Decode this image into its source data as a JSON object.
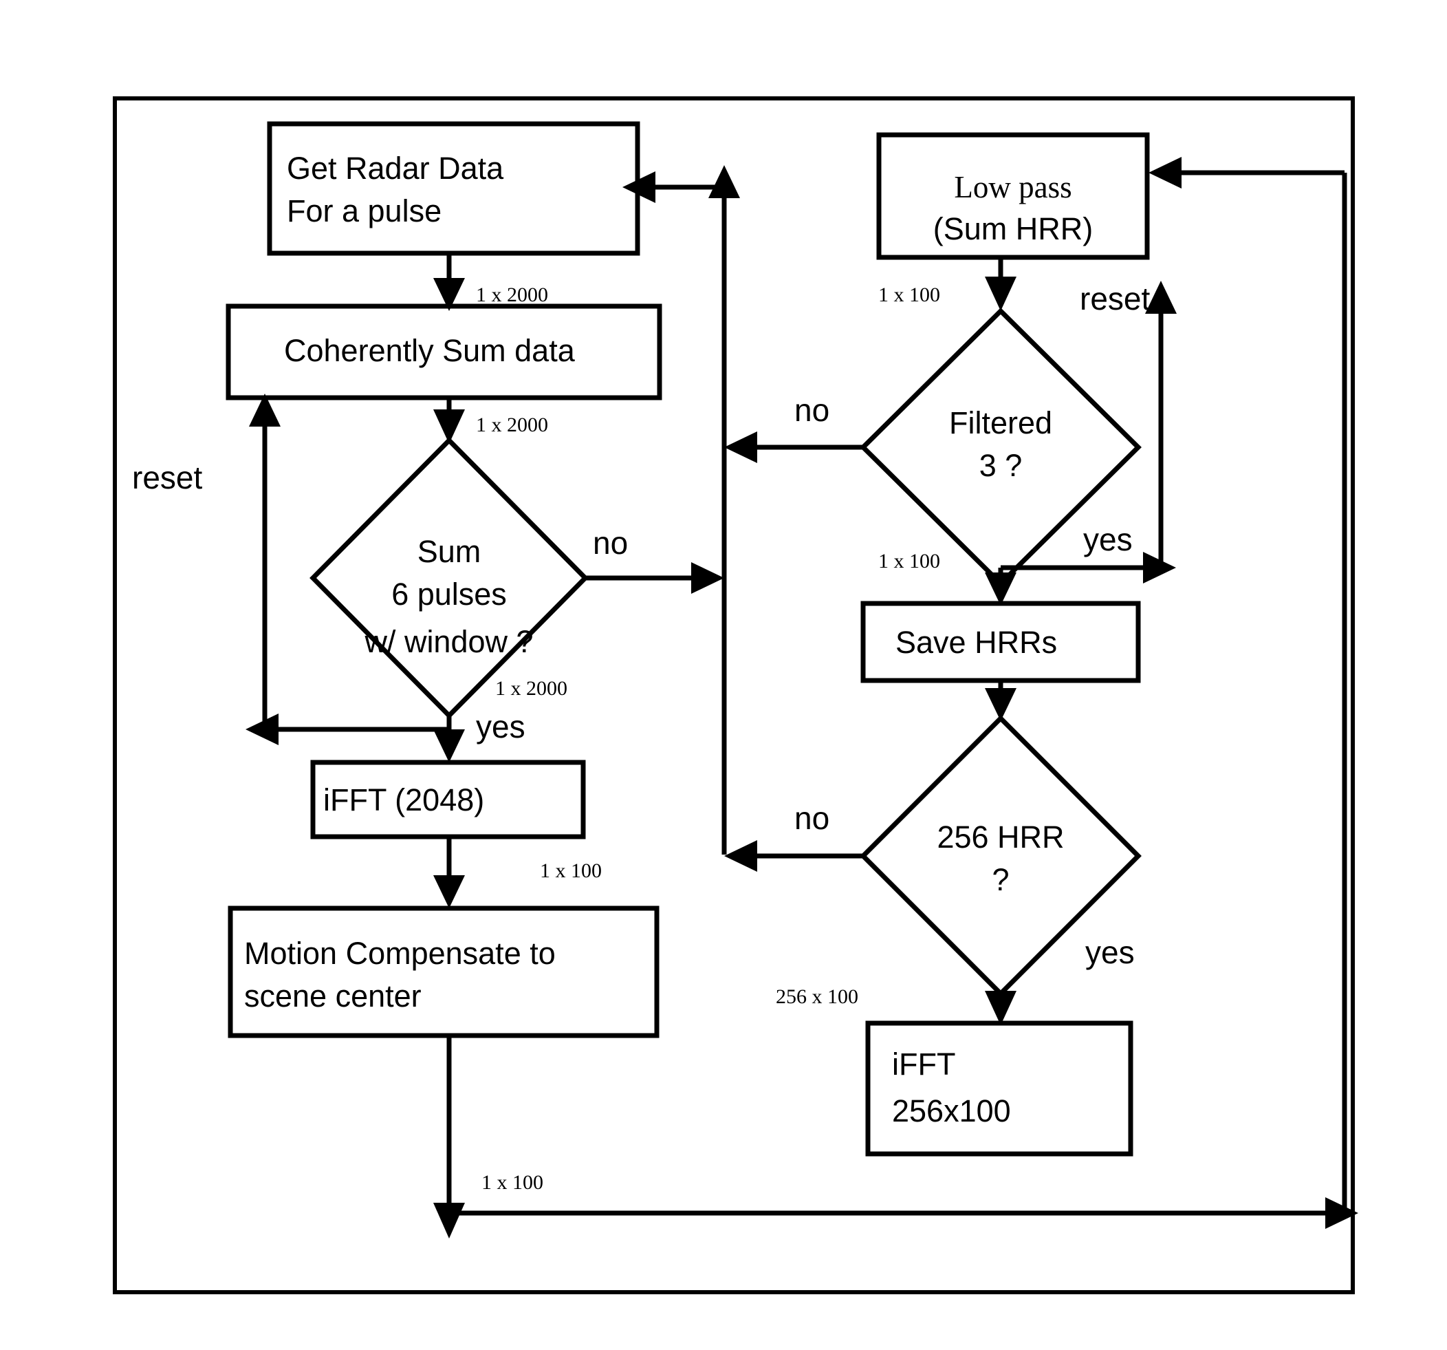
{
  "diagram": {
    "title": "Radar HRR / SAR processing flowchart",
    "frame": {
      "name": "outer-frame"
    },
    "nodes": [
      {
        "id": "get-radar-data",
        "type": "process",
        "lines": [
          "Get Radar Data",
          "For a pulse"
        ],
        "font": "sans"
      },
      {
        "id": "coherently-sum-data",
        "type": "process",
        "lines": [
          "Coherently Sum data"
        ],
        "font": "sans"
      },
      {
        "id": "sum-6-pulses",
        "type": "decision",
        "lines": [
          "Sum",
          "6 pulses",
          "w/ window ?"
        ],
        "font": "sans"
      },
      {
        "id": "ifft-2048",
        "type": "process",
        "lines": [
          "iFFT (2048)"
        ],
        "font": "sans"
      },
      {
        "id": "motion-compensate",
        "type": "process",
        "lines": [
          "Motion Compensate to",
          "scene center"
        ],
        "font": "sans"
      },
      {
        "id": "low-pass",
        "type": "process",
        "lines": [
          "Low pass",
          "(Sum HRR)"
        ],
        "font": "mixed"
      },
      {
        "id": "filtered-3",
        "type": "decision",
        "lines": [
          "Filtered",
          "3 ?"
        ],
        "font": "sans"
      },
      {
        "id": "save-hrrs",
        "type": "process",
        "lines": [
          "Save HRRs"
        ],
        "font": "sans"
      },
      {
        "id": "hrr-256",
        "type": "decision",
        "lines": [
          "256 HRR",
          "?"
        ],
        "font": "sans"
      },
      {
        "id": "ifft-256x100",
        "type": "process",
        "lines": [
          "iFFT",
          "256x100"
        ],
        "font": "sans"
      }
    ],
    "node_text": {
      "get_radar_data_l1": "Get Radar Data",
      "get_radar_data_l2": "For a pulse",
      "coherently_sum_data": "Coherently Sum data",
      "sum_6_pulses_l1": "Sum",
      "sum_6_pulses_l2": "6 pulses",
      "sum_6_pulses_l3": "w/ window ?",
      "ifft_2048": "iFFT (2048)",
      "motion_compensate_l1": "Motion Compensate to",
      "motion_compensate_l2": "scene center",
      "low_pass_l1": "Low pass",
      "low_pass_l2": "(Sum HRR)",
      "filtered_3_l1": "Filtered",
      "filtered_3_l2": "3 ?",
      "save_hrrs": "Save HRRs",
      "hrr_256_l1": "256 HRR",
      "hrr_256_l2": "?",
      "ifft_256x100_l1": "iFFT",
      "ifft_256x100_l2": "256x100"
    },
    "edge_labels": {
      "dim_get_to_sum": "1 x 2000",
      "dim_sum_to_decision": "1 x 2000",
      "dim_decision_to_ifft": "1 x 2000",
      "dim_ifft_to_motion": "1 x 100",
      "dim_lowpass_to_filtered": "1 x 100",
      "dim_filtered_to_save": "1 x 100",
      "dim_hrr_to_ifft256": "256 x 100",
      "dim_bottom_feedback": "1 x 100",
      "reset_left": "reset",
      "reset_right": "reset",
      "no_sum6": "no",
      "yes_sum6": "yes",
      "no_filtered3": "no",
      "yes_filtered3": "yes",
      "no_256hrr": "no",
      "yes_256hrr": "yes"
    },
    "colors": {
      "stroke": "#000000",
      "fill": "#ffffff",
      "background": "#ffffff"
    }
  }
}
